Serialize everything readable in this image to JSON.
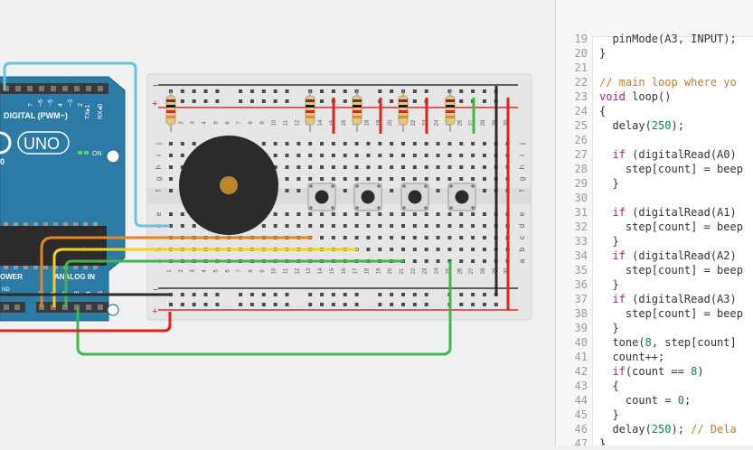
{
  "arduino": {
    "digital_label": "DIGITAL (PWM~)",
    "tx_label": "TX▸1",
    "rx_label": "RX◂0",
    "pin_labels": [
      "7",
      "~6",
      "~5",
      "4",
      "~3",
      "2"
    ],
    "uno_label": "UNO",
    "on_label": "ON",
    "power_label": "OWER",
    "analog_label": "ANALOG IN",
    "analog_pins": [
      "0",
      "1",
      "2",
      "3",
      "4",
      "5"
    ]
  },
  "breadboard": {
    "row_letters_top": [
      "j",
      "i",
      "h",
      "g",
      "f"
    ],
    "row_letters_bottom": [
      "e",
      "d",
      "c",
      "b",
      "a"
    ],
    "column_numbers": [
      "1",
      "2",
      "3",
      "4",
      "5",
      "6",
      "7",
      "8",
      "9",
      "10",
      "11",
      "12",
      "13",
      "14",
      "15",
      "16",
      "17",
      "18",
      "19",
      "20",
      "21",
      "22",
      "23",
      "24",
      "25",
      "26",
      "27",
      "28",
      "29",
      "30"
    ],
    "plus_sign": "+",
    "minus_sign": "−"
  },
  "code": {
    "lines": [
      {
        "n": "19",
        "parts": [
          [
            "  pinMode(A3, INPUT);",
            ""
          ]
        ]
      },
      {
        "n": "20",
        "parts": [
          [
            "}",
            ""
          ]
        ]
      },
      {
        "n": "21",
        "parts": []
      },
      {
        "n": "22",
        "parts": [
          [
            "// main loop where yo",
            "cm"
          ]
        ]
      },
      {
        "n": "23",
        "parts": [
          [
            "void",
            "kw"
          ],
          [
            " loop()",
            ""
          ]
        ]
      },
      {
        "n": "24",
        "parts": [
          [
            "{",
            ""
          ]
        ]
      },
      {
        "n": "25",
        "parts": [
          [
            "  delay(",
            ""
          ],
          [
            "250",
            "num"
          ],
          [
            ");",
            ""
          ]
        ]
      },
      {
        "n": "26",
        "parts": []
      },
      {
        "n": "27",
        "parts": [
          [
            "  ",
            ""
          ],
          [
            "if",
            "kw"
          ],
          [
            " (digitalRead(A0)",
            ""
          ]
        ]
      },
      {
        "n": "28",
        "parts": [
          [
            "    step[count] = beep",
            ""
          ]
        ]
      },
      {
        "n": "29",
        "parts": [
          [
            "  }",
            ""
          ]
        ]
      },
      {
        "n": "30",
        "parts": []
      },
      {
        "n": "31",
        "parts": [
          [
            "  ",
            ""
          ],
          [
            "if",
            "kw"
          ],
          [
            " (digitalRead(A1)",
            ""
          ]
        ]
      },
      {
        "n": "32",
        "parts": [
          [
            "    step[count] = beep",
            ""
          ]
        ]
      },
      {
        "n": "33",
        "parts": [
          [
            "  }",
            ""
          ]
        ]
      },
      {
        "n": "34",
        "parts": [
          [
            "  ",
            ""
          ],
          [
            "if",
            "kw"
          ],
          [
            " (digitalRead(A2)",
            ""
          ]
        ]
      },
      {
        "n": "35",
        "parts": [
          [
            "    step[count] = beep",
            ""
          ]
        ]
      },
      {
        "n": "36",
        "parts": [
          [
            "  }",
            ""
          ]
        ]
      },
      {
        "n": "37",
        "parts": [
          [
            "  ",
            ""
          ],
          [
            "if",
            "kw"
          ],
          [
            " (digitalRead(A3)",
            ""
          ]
        ]
      },
      {
        "n": "38",
        "parts": [
          [
            "    step[count] = beep",
            ""
          ]
        ]
      },
      {
        "n": "39",
        "parts": [
          [
            "  }",
            ""
          ]
        ]
      },
      {
        "n": "40",
        "parts": [
          [
            "  tone(",
            ""
          ],
          [
            "8",
            "num"
          ],
          [
            ", step[count]",
            ""
          ]
        ]
      },
      {
        "n": "41",
        "parts": [
          [
            "  count++;",
            ""
          ]
        ]
      },
      {
        "n": "42",
        "parts": [
          [
            "  ",
            ""
          ],
          [
            "if",
            "kw"
          ],
          [
            "(count == ",
            ""
          ],
          [
            "8",
            "num"
          ],
          [
            ")",
            ""
          ]
        ]
      },
      {
        "n": "43",
        "parts": [
          [
            "  {",
            ""
          ]
        ]
      },
      {
        "n": "44",
        "parts": [
          [
            "    count = ",
            ""
          ],
          [
            "0",
            "num"
          ],
          [
            ";",
            ""
          ]
        ]
      },
      {
        "n": "45",
        "parts": [
          [
            "  }",
            ""
          ]
        ]
      },
      {
        "n": "46",
        "parts": [
          [
            "  delay(",
            ""
          ],
          [
            "250",
            "num"
          ],
          [
            "); ",
            ""
          ],
          [
            "// Dela",
            "cm"
          ]
        ]
      },
      {
        "n": "47",
        "parts": [
          [
            "}",
            ""
          ]
        ]
      }
    ]
  },
  "colors": {
    "board_blue": "#2c7aa6",
    "breadboard": "#e6e6e6",
    "wire_cyan": "#6cc3d6",
    "wire_orange": "#e7841d",
    "wire_yellow": "#f4d21a",
    "wire_green": "#43b54b",
    "wire_red": "#e2231a",
    "wire_black": "#2c2c2c",
    "keyword": "#a61c9d",
    "comment": "#c87a2a"
  }
}
